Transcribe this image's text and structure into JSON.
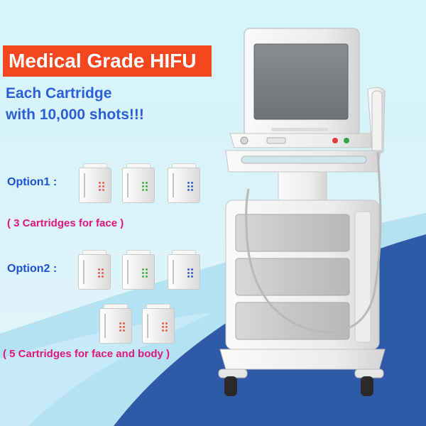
{
  "headline": {
    "badge": "Medical Grade HIFU",
    "line1": "Each Cartridge",
    "line2": "with 10,000 shots!!!"
  },
  "option1": {
    "label": "Option1 :",
    "note": "( 3 Cartridges for face )",
    "cartridges": [
      {
        "marker_color": "#e8604a"
      },
      {
        "marker_color": "#3fb24a"
      },
      {
        "marker_color": "#3a5fd0"
      }
    ]
  },
  "option2": {
    "label": "Option2 :",
    "note": "( 5 Cartridges for face and body )",
    "cartridges": [
      {
        "marker_color": "#e8604a"
      },
      {
        "marker_color": "#3fb24a"
      },
      {
        "marker_color": "#3a5fd0"
      },
      {
        "marker_color": "#e8604a"
      },
      {
        "marker_color": "#e8604a"
      }
    ]
  },
  "colors": {
    "badge_bg": "#f4461f",
    "headline_text": "#2b5fd6",
    "note_text": "#e4147f",
    "wave_dark": "#2f5aa8",
    "wave_light": "#b4e2f3"
  }
}
